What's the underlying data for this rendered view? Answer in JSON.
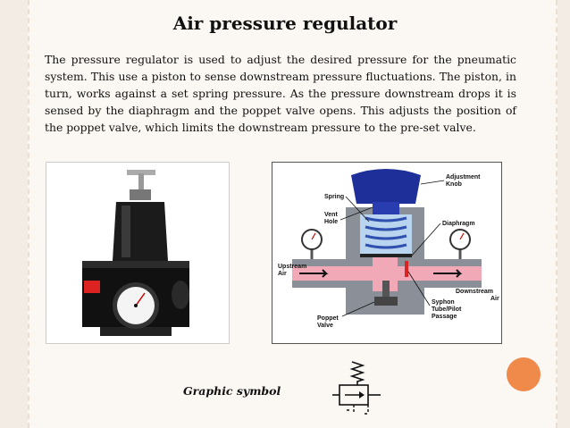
{
  "title": "Air pressure regulator",
  "body": "The pressure regulator is used to adjust the desired pressure for the pneumatic system. This use a piston to sense downstream pressure fluctuations. The piston, in turn, works against a set spring pressure. As the pressure downstream drops it is sensed by the diaphragm and the poppet valve opens. This adjusts the position of the poppet valve, which limits the downstream pressure to the pre-set valve.",
  "diagram_labels": {
    "adjustment_knob_1": "Adjustment",
    "adjustment_knob_2": "Knob",
    "spring": "Spring",
    "vent_hole_1": "Vent",
    "vent_hole_2": "Hole",
    "diaphragm": "Diaphragm",
    "upstream_1": "Upstream",
    "upstream_2": "Air",
    "downstream_1": "Downstream",
    "downstream_2": "Air",
    "syphon_1": "Syphon",
    "syphon_2": "Tube/Pilot",
    "syphon_3": "Passage",
    "poppet_1": "Poppet",
    "poppet_2": "Valve"
  },
  "caption": "Graphic symbol",
  "colors": {
    "background": "#f3ece4",
    "accent_dot": "#f08a4b",
    "knob_blue": "#1f2f9a",
    "body_gray": "#8a8f98",
    "air_pink": "#f1a9b8"
  }
}
